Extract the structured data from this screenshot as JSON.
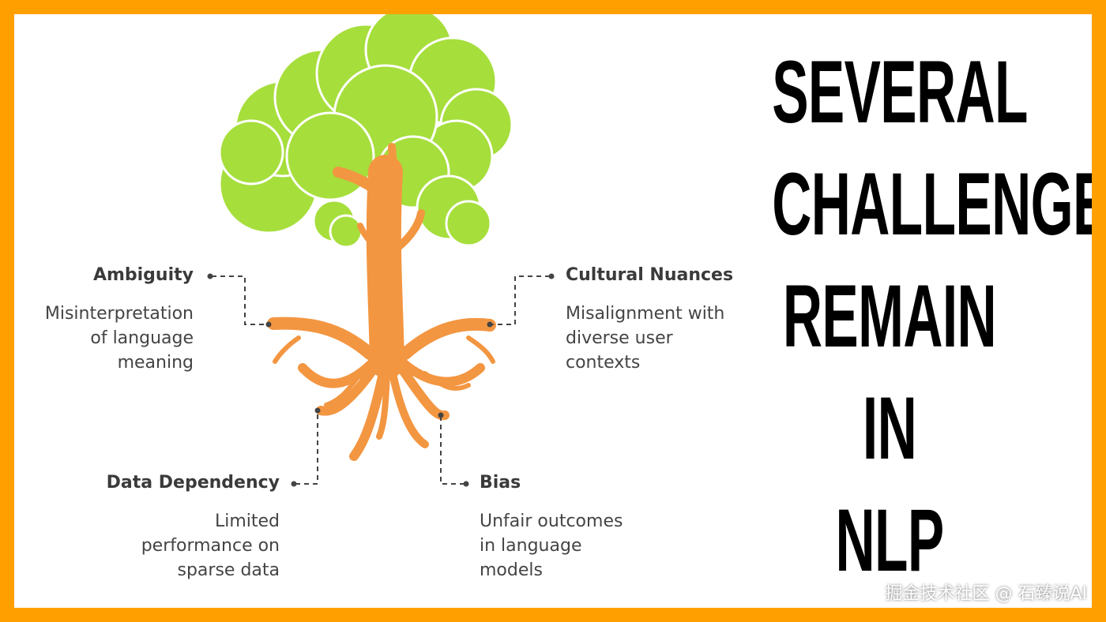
{
  "colors": {
    "border": "#ffa000",
    "foliage": "#a6de3c",
    "trunk": "#f39641",
    "connector": "#444444"
  },
  "headline": {
    "lines": [
      "SEVERAL",
      "CHALLENGES",
      "REMAIN",
      "IN",
      "NLP"
    ]
  },
  "challenges": [
    {
      "title": "Ambiguity",
      "description": [
        "Misinterpretation",
        "of language",
        "meaning"
      ]
    },
    {
      "title": "Cultural Nuances",
      "description": [
        "Misalignment with",
        "diverse user",
        "contexts"
      ]
    },
    {
      "title": "Data Dependency",
      "description": [
        "Limited",
        "performance on",
        "sparse data"
      ]
    },
    {
      "title": "Bias",
      "description": [
        "Unfair outcomes",
        "in language",
        "models"
      ]
    }
  ],
  "watermark": "掘金技术社区 @ 石臻说AI"
}
